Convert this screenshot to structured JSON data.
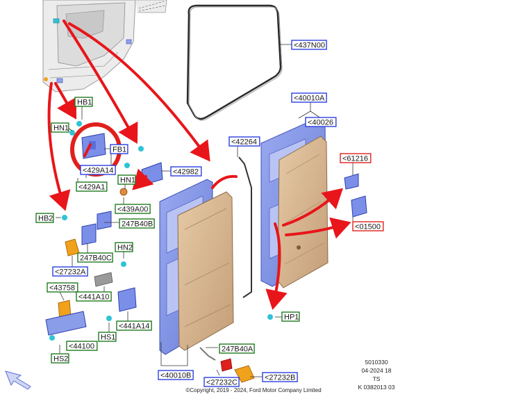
{
  "colors": {
    "callout_blue": "#2b3fe0",
    "callout_green": "#1f7a1f",
    "callout_red": "#e0201c",
    "arrow_red": "#e8151a",
    "panel_tan": "#d6b693",
    "frame_blue": "#7f93e8",
    "clip_cyan": "#2fc3d6",
    "bracket_orange": "#f0a21c"
  },
  "icons": [
    "cursor-arrow-icon"
  ],
  "callouts": {
    "c437N00": "<437N00",
    "c40010A": "<40010A",
    "c40026": "<40026",
    "c42264": "<42264",
    "c61216": "<61216",
    "c01500": "<01500",
    "c42982": "<42982",
    "c429A14": "<429A14",
    "c429A14b": "<429A1",
    "c439A00": "<439A00",
    "cHB1": "HB1",
    "cHN1a": "HN1",
    "cHN1b": "HN1",
    "cFB1": "FB1",
    "cHB2": "HB2",
    "c247B40B": "247B40B",
    "c247B40C": "247B40C",
    "c27232A": "<27232A",
    "cHN2": "HN2",
    "c43758": "<43758",
    "c441A10": "<441A10",
    "c441A14": "<441A14",
    "cHS1": "HS1",
    "c44100": "<44100",
    "cHS2": "HS2",
    "cHP1": "HP1",
    "c247B40A": "247B40A",
    "c40010B": "<40010B",
    "c27232C": "<27232C",
    "c27232B": "<27232B"
  },
  "meta": {
    "line1": "5010330",
    "line2": "04-2024 18",
    "line3": "TS",
    "line4": "K 0382013 03"
  },
  "footer": "©Copyright, 2019 - 2024, Ford Motor Company Limited"
}
